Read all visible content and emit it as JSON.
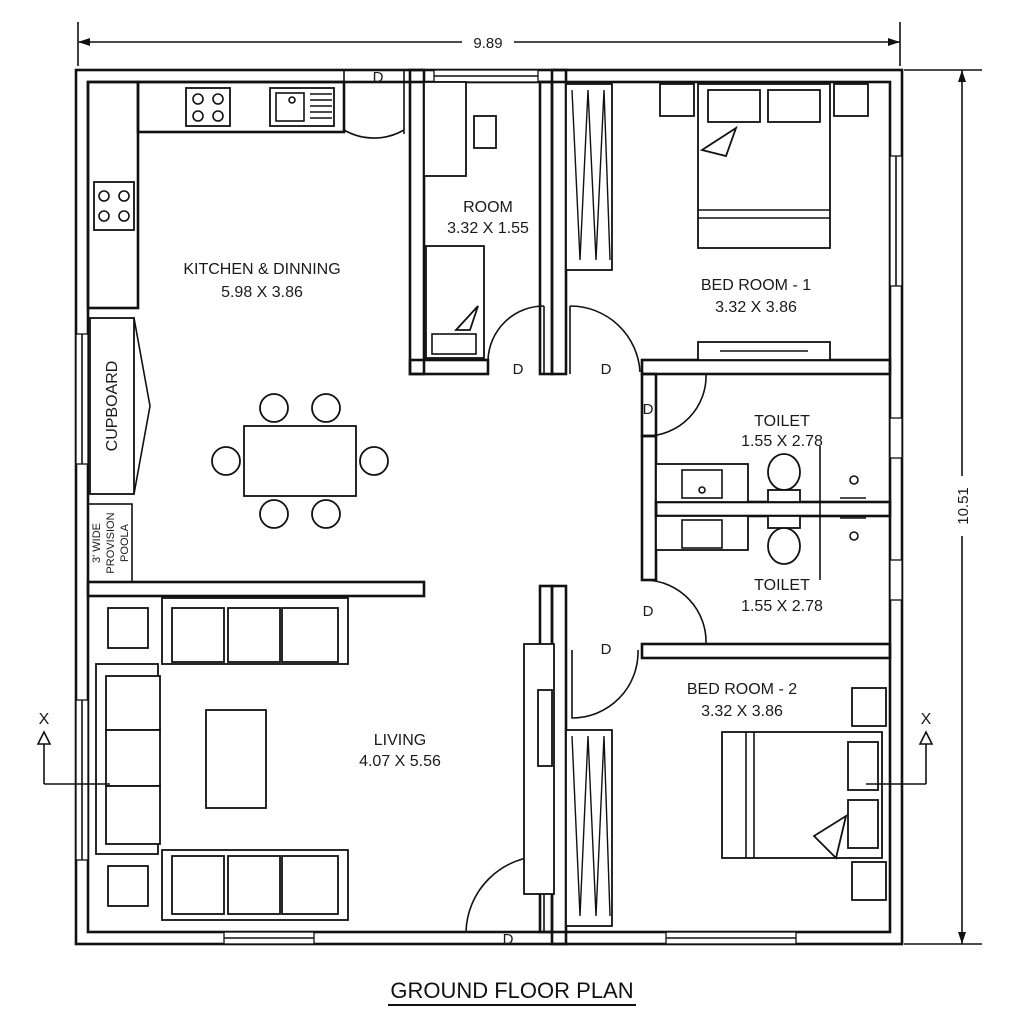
{
  "title": "GROUND FLOOR PLAN",
  "dimensions": {
    "width": "9.89",
    "height": "10.51"
  },
  "rooms": {
    "kitchen": {
      "name": "KITCHEN & DINNING",
      "size": "5.98 X 3.86"
    },
    "room": {
      "name": "ROOM",
      "size": "3.32 X 1.55"
    },
    "bedroom1": {
      "name": "BED ROOM - 1",
      "size": "3.32 X 3.86"
    },
    "toilet1": {
      "name": "TOILET",
      "size": "1.55 X 2.78"
    },
    "toilet2": {
      "name": "TOILET",
      "size": "1.55 X 2.78"
    },
    "bedroom2": {
      "name": "BED ROOM - 2",
      "size": "3.32 X 3.86"
    },
    "living": {
      "name": "LIVING",
      "size": "4.07 X 5.56"
    }
  },
  "cupboard": "CUPBOARD",
  "provision": {
    "line1": "3' WIDE",
    "line2": "PROVISION",
    "line3": "POOLA"
  },
  "door_label": "D",
  "section_marker": "X"
}
